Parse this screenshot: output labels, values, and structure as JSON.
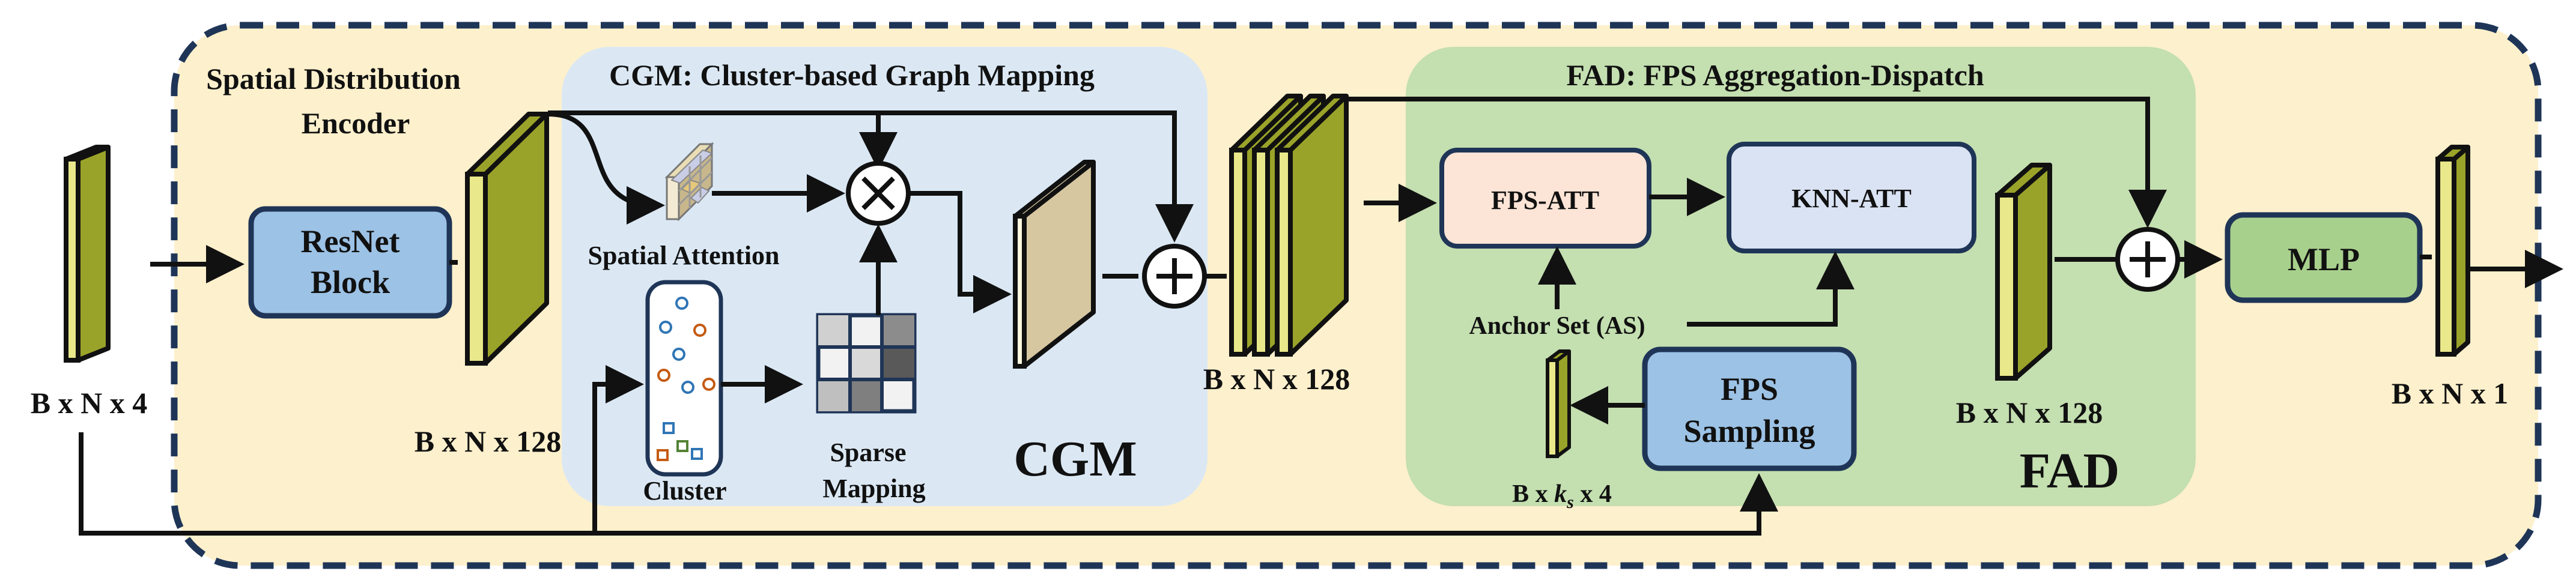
{
  "outer": {
    "title_line1": "Spatial Distribution",
    "title_line2": "Encoder",
    "background_color": "#fdf0cc",
    "border_color": "#1f3557"
  },
  "cgm": {
    "title": "CGM: Cluster-based Graph Mapping",
    "tag": "CGM",
    "background_color": "#dbe8f4",
    "spatial_attention_label": "Spatial Attention",
    "cluster_label": "Cluster",
    "sparse_label_line1": "Sparse",
    "sparse_label_line2": "Mapping"
  },
  "fad": {
    "title": "FAD: FPS Aggregation-Dispatch",
    "tag": "FAD",
    "background_color": "#c4dfb0",
    "fps_att_label": "FPS-ATT",
    "knn_att_label": "KNN-ATT",
    "anchor_set_label": "Anchor Set (AS)",
    "fps_sampling_line1": "FPS",
    "fps_sampling_line2": "Sampling",
    "sampled_dims": {
      "prefix": "B x ",
      "k": "k",
      "sub": "s",
      "suffix": " x 4"
    }
  },
  "resnet": {
    "line1": "ResNet",
    "line2": "Block"
  },
  "mlp": {
    "label": "MLP"
  },
  "dims": {
    "input": "B x N x 4",
    "after_resnet": "B x N x 128",
    "after_cgm": "B x N x 128",
    "after_fad": "B x N x 128",
    "output": "B x N x 1"
  },
  "colors": {
    "tensor_green": "#9aa329",
    "tensor_yellow": "#e9e88a",
    "block_blue": "#9cc2e5",
    "mlp_green": "#a8d08d",
    "fps_att_fill": "#fce4d6",
    "knn_att_fill": "#dae3f3",
    "cgm_feature": "#d6c7a1",
    "line": "#111111"
  }
}
